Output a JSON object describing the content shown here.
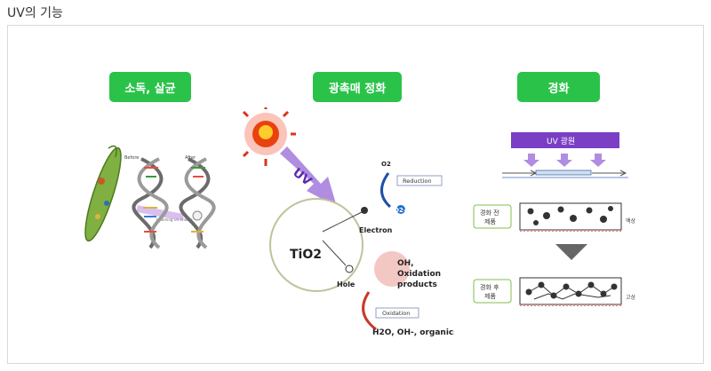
{
  "page": {
    "title": "UV의 기능"
  },
  "sections": [
    {
      "label": "소독, 살균"
    },
    {
      "label": "광촉매 정화"
    },
    {
      "label": "경화"
    }
  ],
  "dna": {
    "before": "Before",
    "middle": "Incoming UV Photon",
    "after": "After"
  },
  "photocatalysis": {
    "uv": "UV",
    "tio2": "TiO2",
    "o2": "O2",
    "o2_minus": "O2-",
    "reduction": "Reduction",
    "electron": "Electron",
    "hole": "Hole",
    "oxidation_products": [
      "OH,",
      "Oxidation",
      "products"
    ],
    "oxidation": "Oxidation",
    "reactants": "H2O, OH-, organics"
  },
  "curing": {
    "uv_source": "UV 광원",
    "before_label": [
      "경화 전",
      "제품"
    ],
    "before_state": "액상",
    "after_label": [
      "경화 후",
      "제품"
    ],
    "after_state": "고상"
  },
  "colors": {
    "accent": "#2bc24a",
    "uv_purple": "#7a3fc4",
    "arrow_purple": "#b08de0"
  }
}
